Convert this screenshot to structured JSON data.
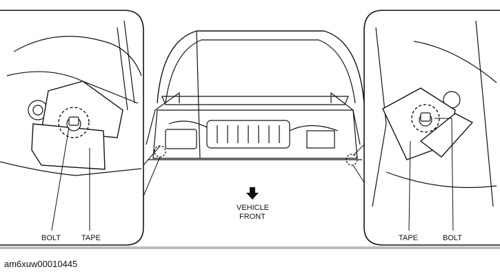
{
  "figure": {
    "code": "am6xuw00010445",
    "direction_label_line1": "VEHICLE",
    "direction_label_line2": "FRONT",
    "left_inset": {
      "label_bolt": "BOLT",
      "label_tape": "TAPE"
    },
    "right_inset": {
      "label_tape": "TAPE",
      "label_bolt": "BOLT"
    }
  }
}
